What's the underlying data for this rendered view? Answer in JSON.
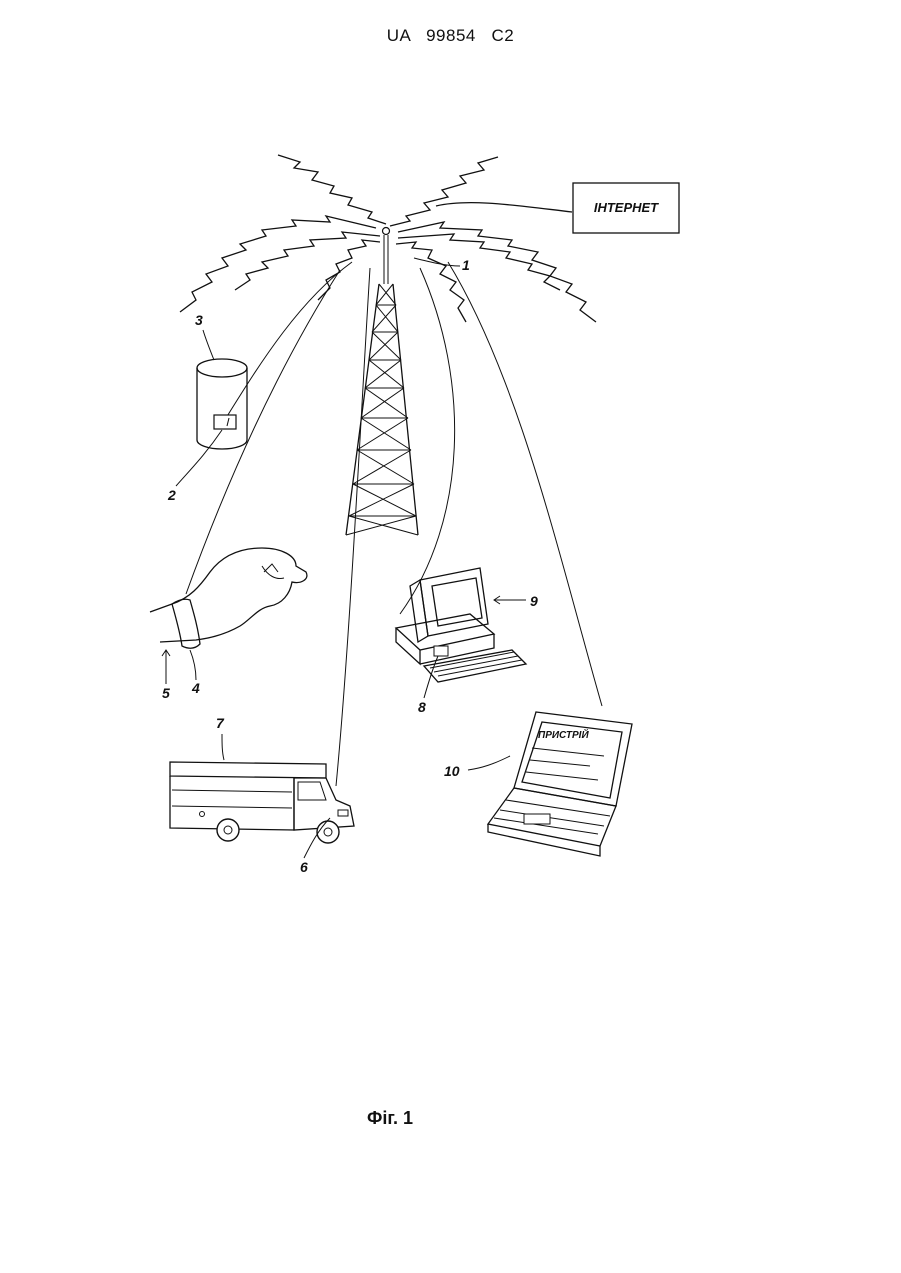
{
  "header": {
    "patent_number": "UA   99854   C2"
  },
  "figure": {
    "internet_box_label": "ІНТЕРНЕТ",
    "laptop_screen_label": "ПРИСТРІЙ",
    "reference_numerals": {
      "tower": "1",
      "tag_on_container": "2",
      "container": "3",
      "wrist_device": "4",
      "wrist": "5",
      "vehicle_device": "6",
      "vehicle": "7",
      "computer_device": "8",
      "computer": "9",
      "laptop": "10"
    }
  },
  "caption": {
    "figure_label": "Фіг. 1"
  }
}
